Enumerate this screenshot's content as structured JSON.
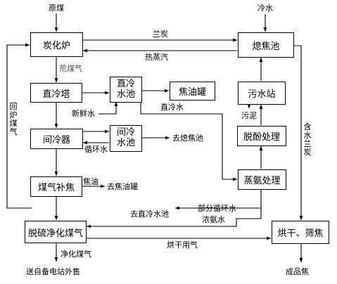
{
  "boxes": {
    "carbonization_furnace": "炭化炉",
    "quench_pool": "熄焦池",
    "direct_cooling_tower": "直冷塔",
    "direct_cooling_water_pool": "直冷\n水池",
    "tar_tank": "焦油罐",
    "sewage_station": "污水站",
    "indirect_cooler": "间冷器",
    "indirect_cooling_water_pool": "间冷\n水池",
    "dephenol_treatment": "脱酚处理",
    "gas_supplement_coke": "煤气补焦",
    "ammonia_distillation": "蒸氨处理",
    "desulfurization": "脱硫净化煤气",
    "drying_screening": "烘干、筛焦"
  },
  "labels": {
    "raw_coal": "原煤",
    "cold_water": "冷水",
    "semi_coke": "兰炭",
    "hot_steam": "热蒸汽",
    "waste_gas": "荒煤气",
    "fresh_water": "新鲜水",
    "direct_cooling_water": "直冷水",
    "sludge": "污泥",
    "to_quench_pool": "去熄焦池",
    "circulating_water": "循环水",
    "tar_oil": "焦油",
    "to_tar_tank": "去焦油罐",
    "return_furnace_gas": "回炉煤气",
    "wet_semi_coke": "含水兰炭",
    "partial_circulating_water": "部分循环水",
    "to_direct_cooling_pool": "去直冷水池",
    "strong_ammonia_water": "浓氨水",
    "clean_gas": "净化煤气",
    "drying_gas": "烘干用气",
    "to_power_station": "送自备电站外售",
    "product_coke": "成品焦"
  }
}
